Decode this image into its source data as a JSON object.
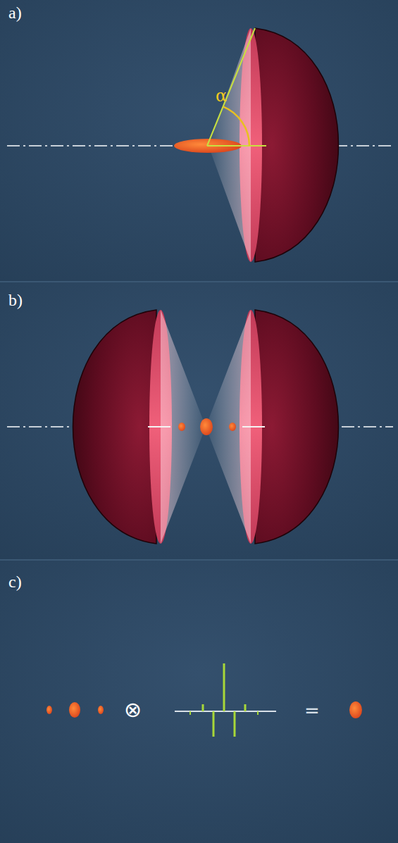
{
  "diagram": {
    "labels": [
      "a)",
      "α",
      "b)",
      "c)",
      "⊗",
      "="
    ]
  }
}
